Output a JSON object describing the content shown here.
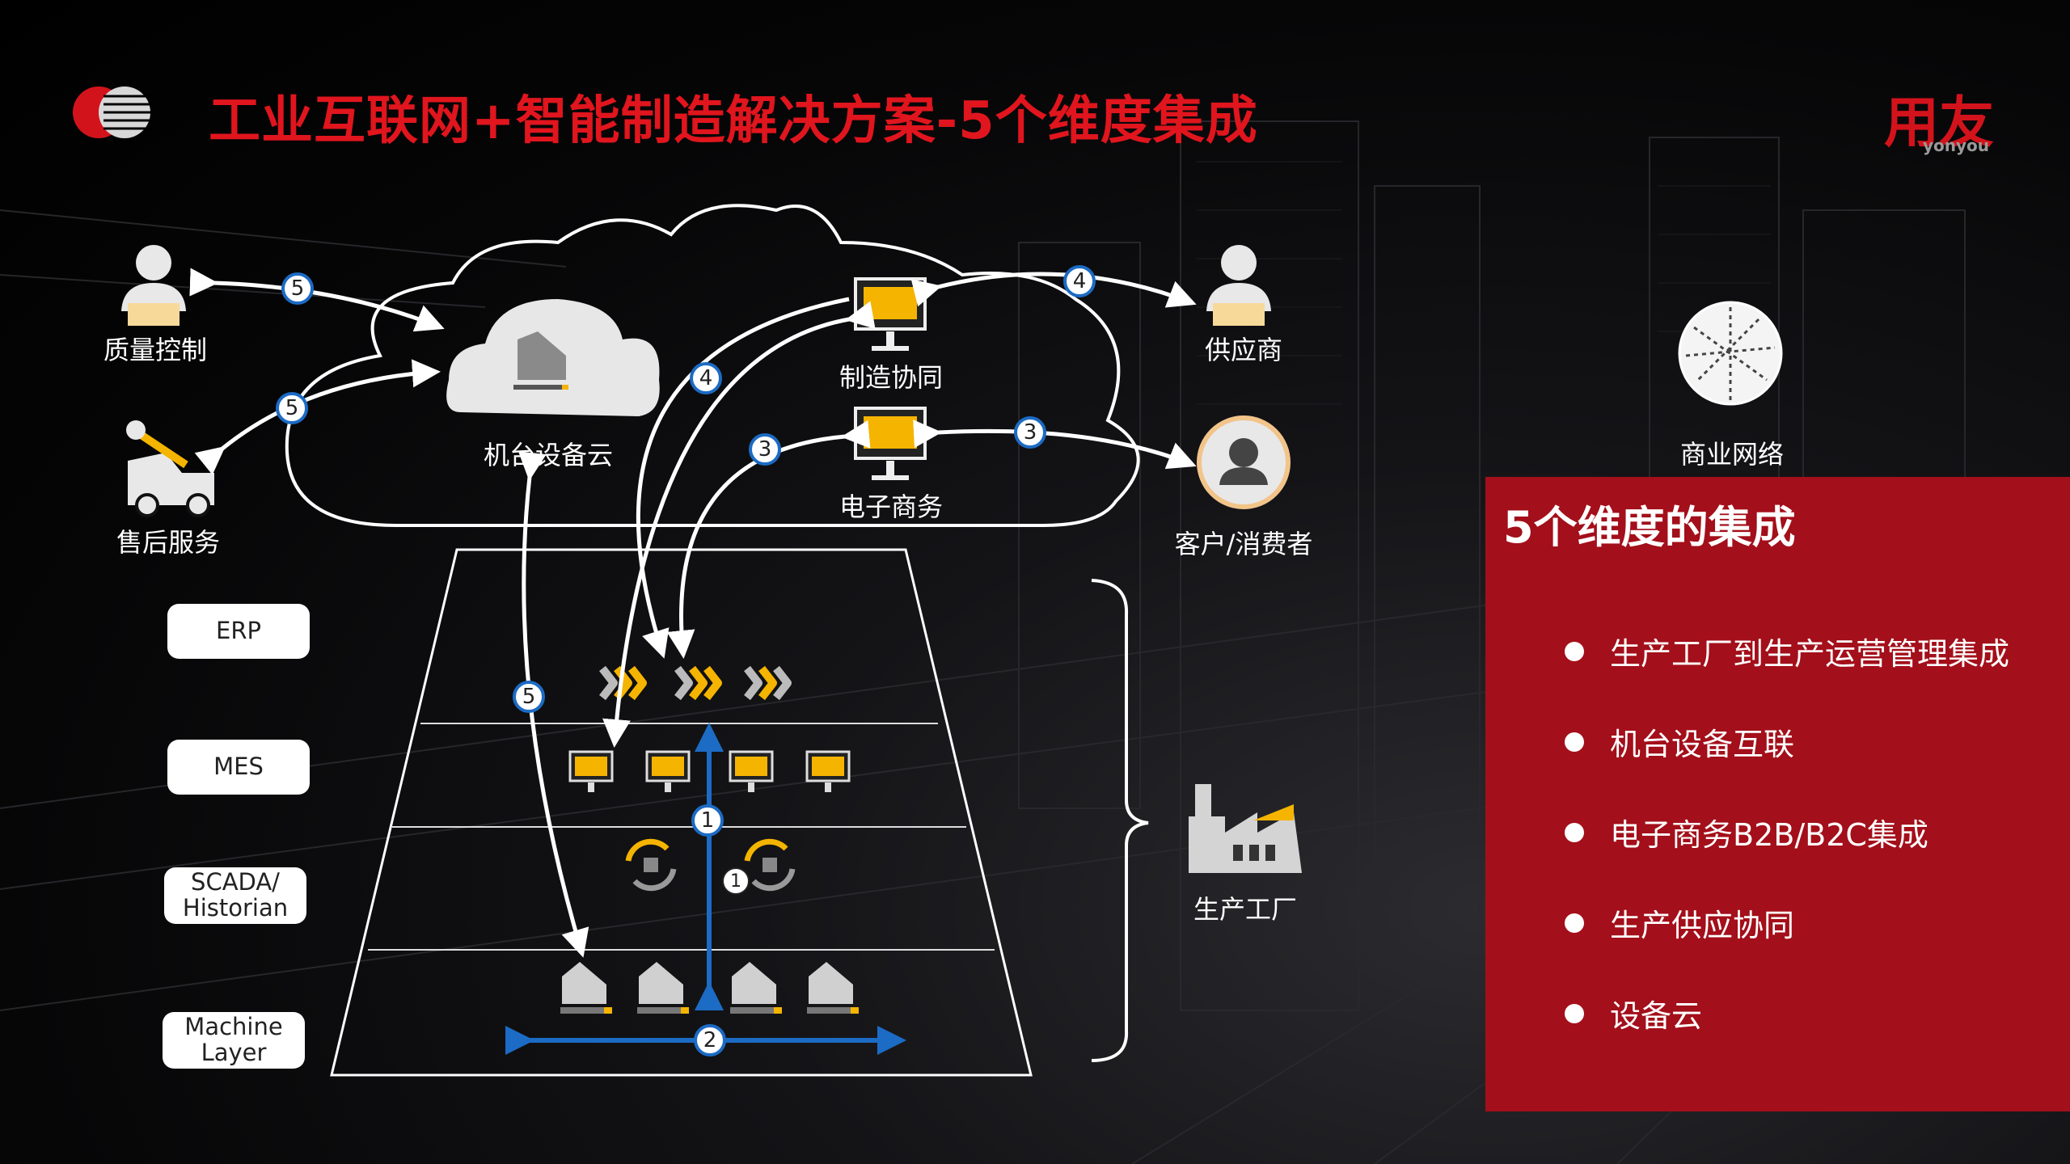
{
  "title": "工业互联网+智能制造解决方案-5个维度集成",
  "brand": {
    "name": "用友",
    "sub": "yonyou"
  },
  "cloud": {
    "machine_cloud": "机台设备云",
    "manufacturing_collab": "制造协同",
    "ecommerce": "电子商务"
  },
  "actors": {
    "quality": "质量控制",
    "after_sales": "售后服务",
    "supplier": "供应商",
    "customer": "客户/消费者",
    "business_network": "商业网络",
    "factory": "生产工厂"
  },
  "layers": [
    "ERP",
    "MES",
    "SCADA/\nHistorian",
    "Machine\nLayer"
  ],
  "badges": {
    "five": "5",
    "four": "4",
    "three": "3",
    "two": "2",
    "one": "1"
  },
  "panel": {
    "title": "5个维度的集成",
    "items": [
      "生产工厂到生产运营管理集成",
      "机台设备互联",
      "电子商务B2B/B2C集成",
      "生产供应协同",
      "设备云"
    ]
  },
  "colors": {
    "accent_red": "#e0151d",
    "panel_red": "#a30f1a",
    "arrow_blue": "#1c6bc4",
    "monitor_yellow": "#f5b400"
  }
}
